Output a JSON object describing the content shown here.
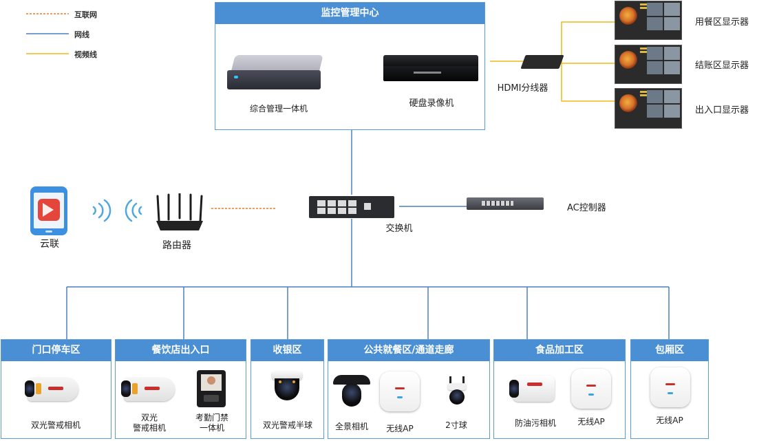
{
  "legend": {
    "internet": "互联网",
    "network": "网线",
    "video": "视频线",
    "colors": {
      "internet": "#f07a22",
      "network": "#4a7fc1",
      "video": "#f2b81a"
    }
  },
  "center": {
    "title": "监控管理中心",
    "integrated": "综合管理一体机",
    "nvr": "硬盘录像机",
    "splitter": "HDMI分线器"
  },
  "displays": [
    "用餐区显示器",
    "结账区显示器",
    "出入口显示器"
  ],
  "mobile": {
    "label": "云联"
  },
  "router": {
    "label": "路由器"
  },
  "switch": {
    "label": "交换机"
  },
  "ac": {
    "label": "AC控制器"
  },
  "zones": [
    {
      "title": "门口停车区",
      "devices": [
        "双光警戒相机"
      ]
    },
    {
      "title": "餐饮店出入口",
      "devices": [
        "双光\n警戒相机",
        "考勤门禁\n一体机"
      ]
    },
    {
      "title": "收银区",
      "devices": [
        "双光警戒半球"
      ]
    },
    {
      "title": "公共就餐区/通道走廊",
      "devices": [
        "全景相机",
        "无线AP",
        "2寸球"
      ]
    },
    {
      "title": "食品加工区",
      "devices": [
        "防油污相机",
        "无线AP"
      ]
    },
    {
      "title": "包厢区",
      "devices": [
        "无线AP"
      ]
    }
  ],
  "theme": {
    "accent": "#4a8fd4",
    "border": "#5b9bd5"
  }
}
